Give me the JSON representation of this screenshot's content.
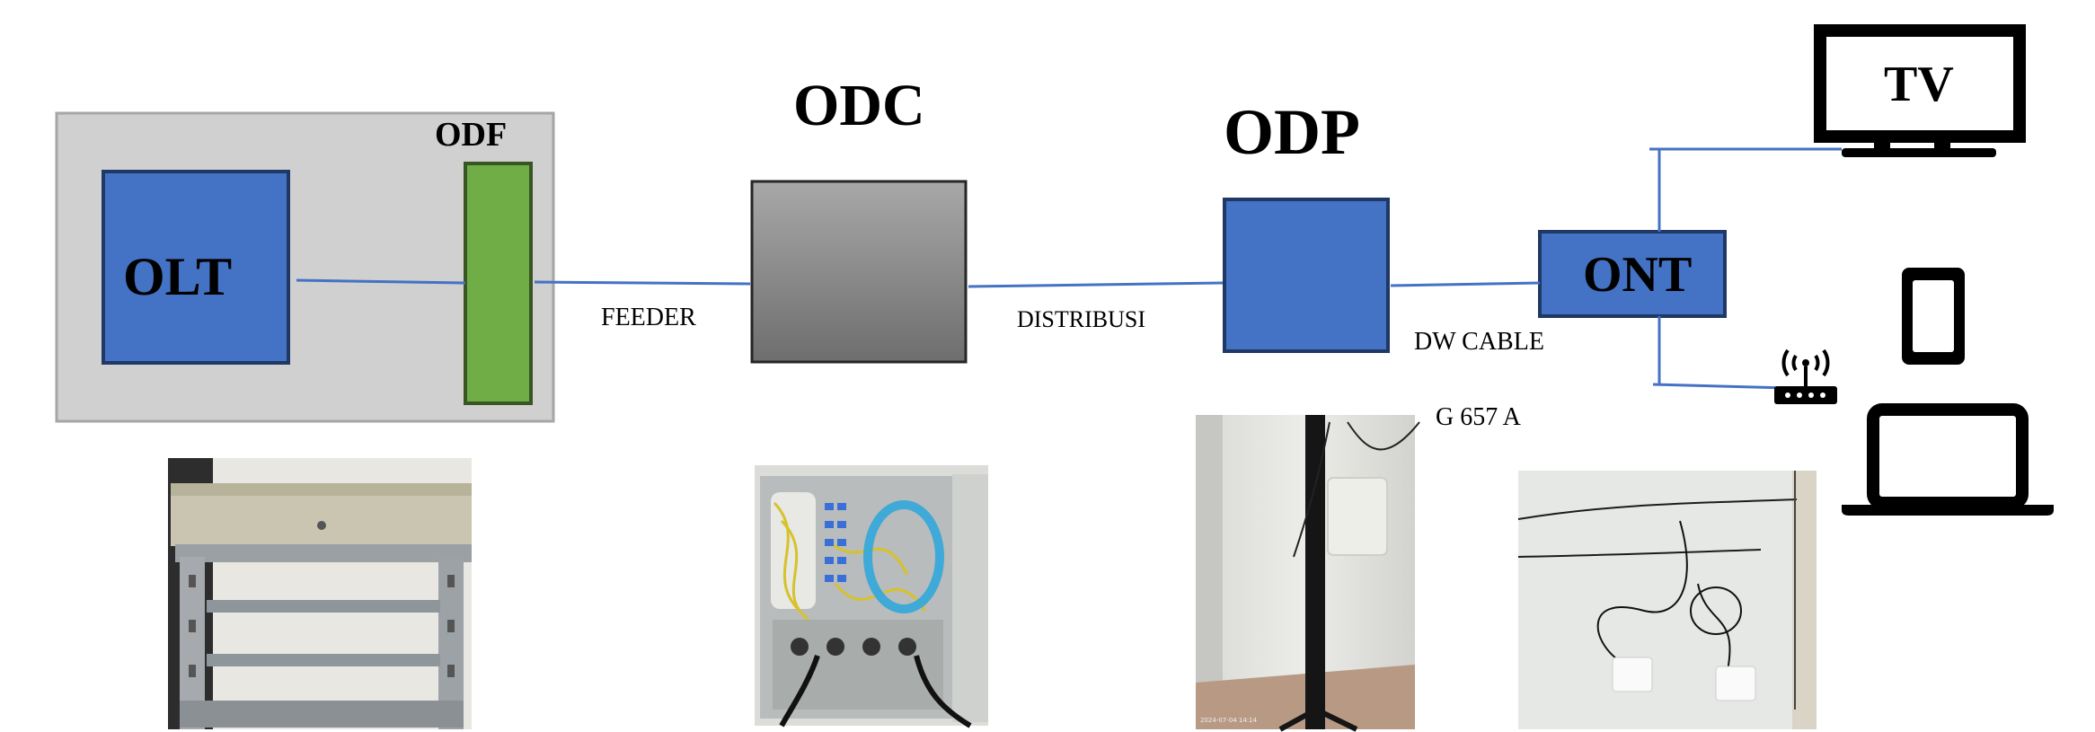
{
  "diagram": {
    "nodes": {
      "olt": {
        "label": "OLT",
        "fill": "#4472C4"
      },
      "odf": {
        "label": "ODF",
        "fill": "#70AD47"
      },
      "odc": {
        "label": "ODC"
      },
      "odp": {
        "label": "ODP",
        "fill": "#4472C4"
      },
      "ont": {
        "label": "ONT",
        "fill": "#4472C4"
      },
      "tv": {
        "label": "TV"
      }
    },
    "links": {
      "feeder": "FEEDER",
      "distribusi": "DISTRIBUSI",
      "dw_cable": "DW CABLE",
      "fiber_type": "G 657 A"
    },
    "colors": {
      "line": "#4472C4",
      "central_office": "#D0D0D0",
      "outline": "#1F3864"
    },
    "photos": {
      "odp_timestamp": "2024-07-04 14:14"
    },
    "icons": [
      "tv-icon",
      "smartphone-icon",
      "wifi-router-icon",
      "laptop-icon"
    ]
  }
}
